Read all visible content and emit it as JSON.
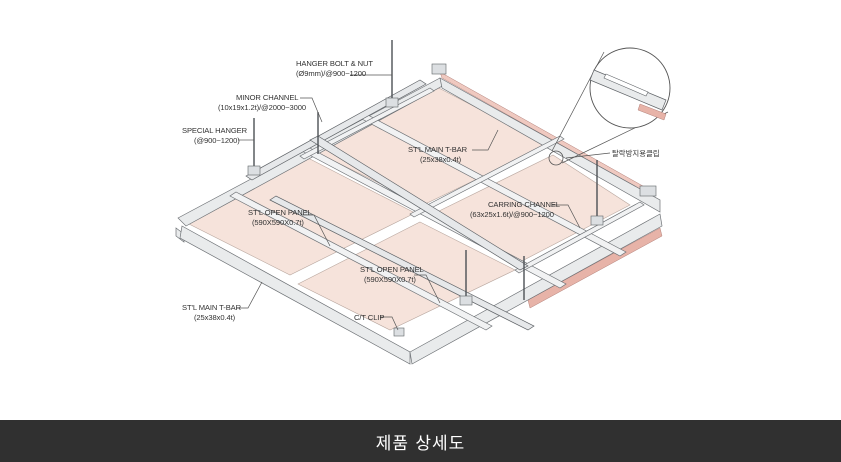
{
  "footer": {
    "title": "제품 상세도"
  },
  "labels": {
    "hanger_bolt_1": "HANGER BOLT & NUT",
    "hanger_bolt_2": "(Ø9mm)/@900~1200",
    "minor_channel_1": "MINOR CHANNEL",
    "minor_channel_2": "(10x19x1.2t)/@2000~3000",
    "special_hanger_1": "SPECIAL HANGER",
    "special_hanger_2": "(@900~1200)",
    "main_tbar_top_1": "ST'L MAIN T-BAR",
    "main_tbar_top_2": "(25x38x0.4t)",
    "detachment_clip": "탈락방지용클립",
    "carrying_channel_1": "CARRING CHANNEL",
    "carrying_channel_2": "(63x25x1.6t)/@900~1200",
    "open_panel_left_1": "ST'L OPEN PANEL",
    "open_panel_left_2": "(590X590X0.7t)",
    "open_panel_mid_1": "ST'L OPEN PANEL",
    "open_panel_mid_2": "(590X590X0.7t)",
    "main_tbar_bottom_1": "ST'L MAIN T-BAR",
    "main_tbar_bottom_2": "(25x38x0.4t)",
    "ct_clip": "C/T CLIP"
  },
  "colors": {
    "panel": "#f6e3db",
    "frame": "#e9ebec",
    "frame_stroke": "#6d7175",
    "edge_red": "#e7b3a8",
    "footer_bg": "#303030"
  }
}
